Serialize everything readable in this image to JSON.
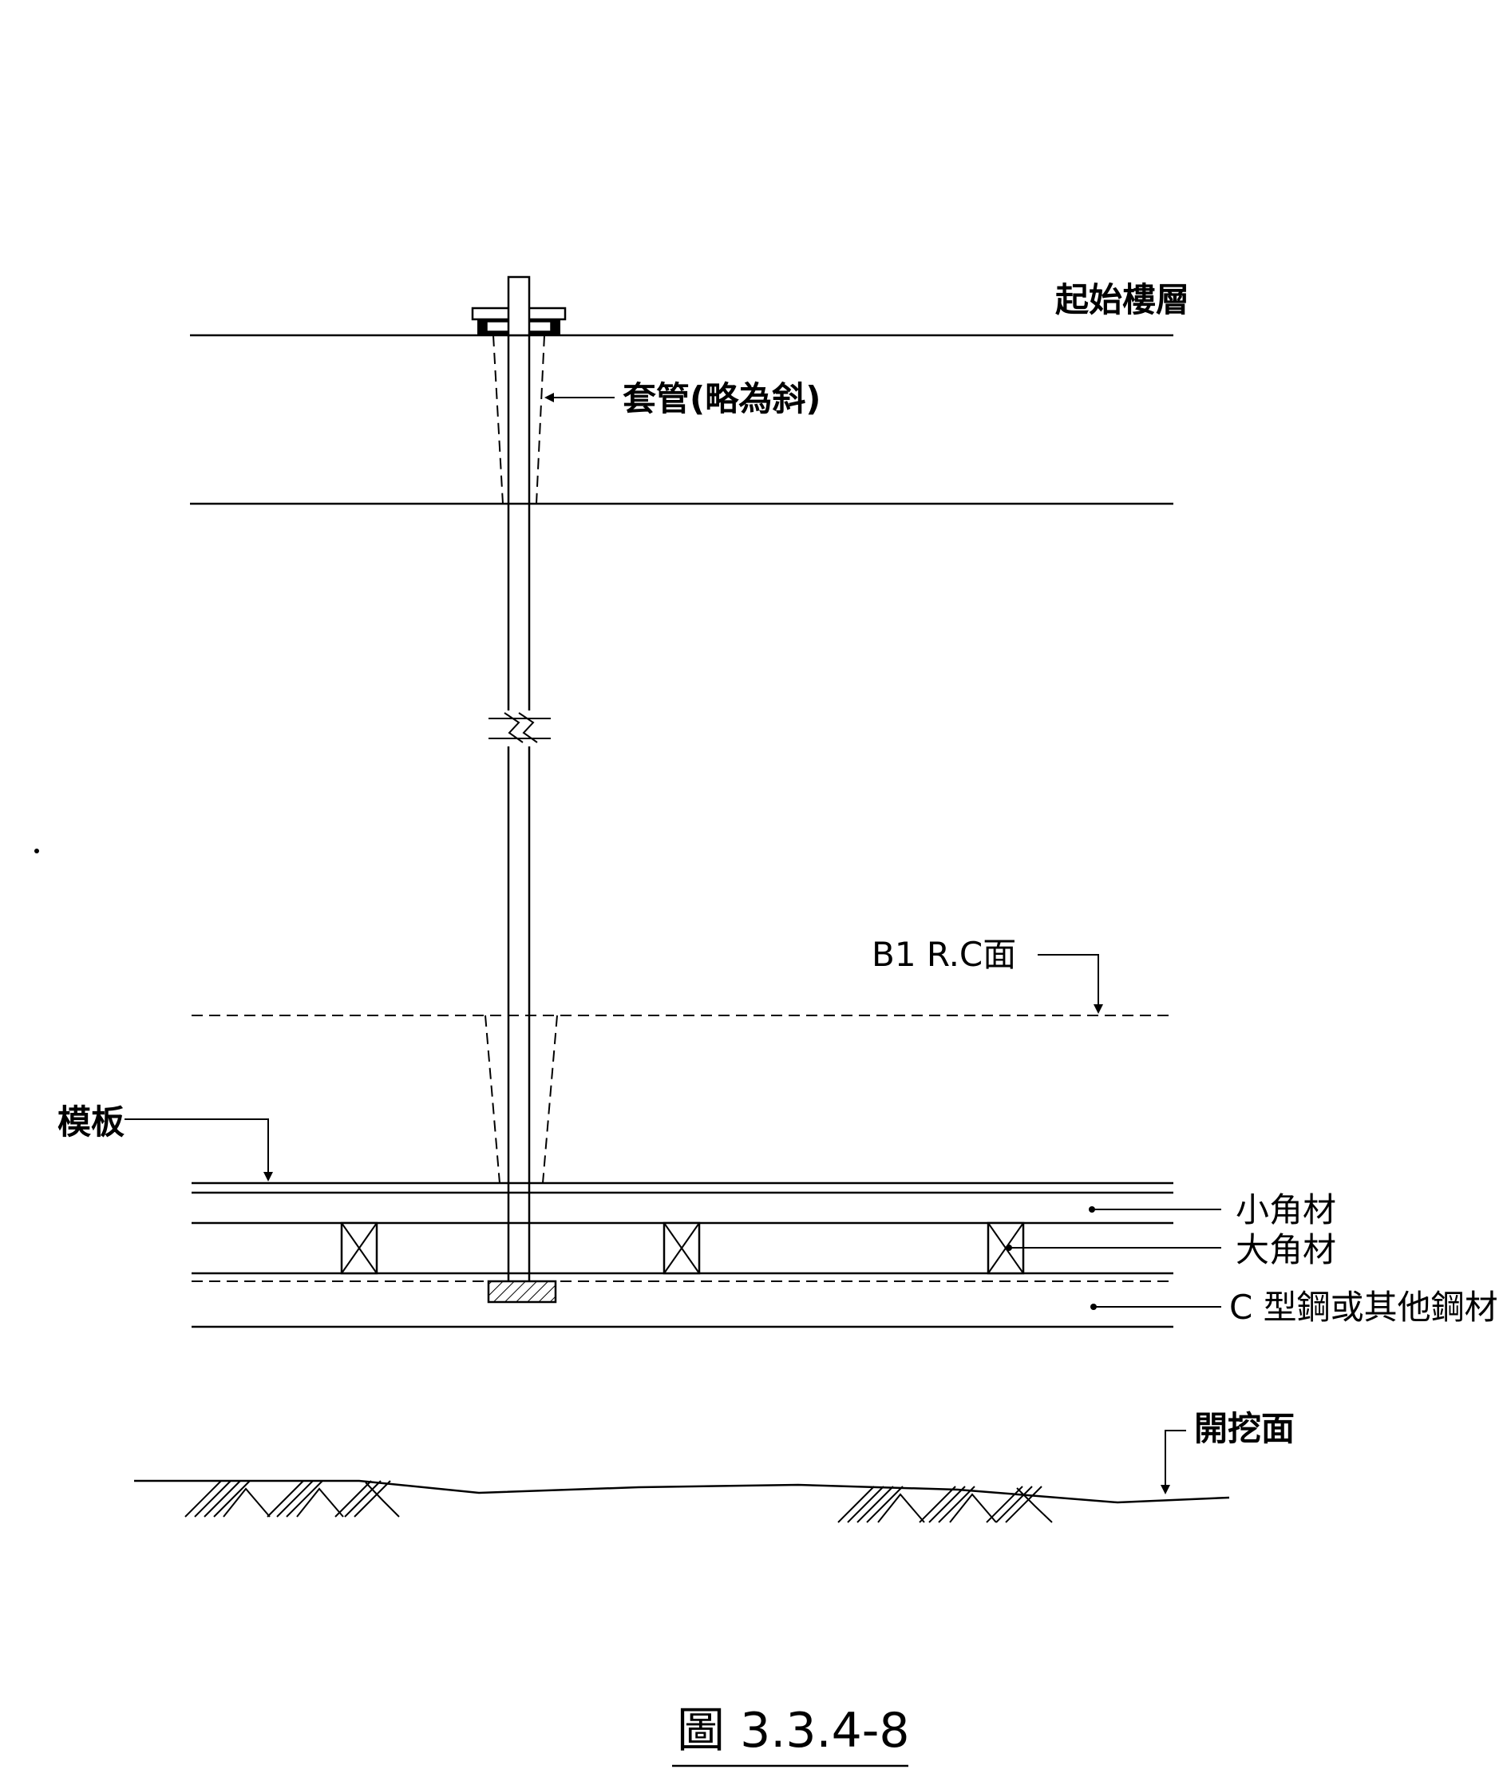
{
  "labels": {
    "start_floor": "起始樓層",
    "sleeve": "套管(略為斜)",
    "b1_rc_surface": "B1 R.C面",
    "formwork": "模板",
    "small_timber": "小角材",
    "large_timber": "大角材",
    "c_steel": "C 型鋼或其他鋼材",
    "excavation_surface": "開挖面"
  },
  "caption": {
    "text": "圖 3.3.4-8"
  }
}
